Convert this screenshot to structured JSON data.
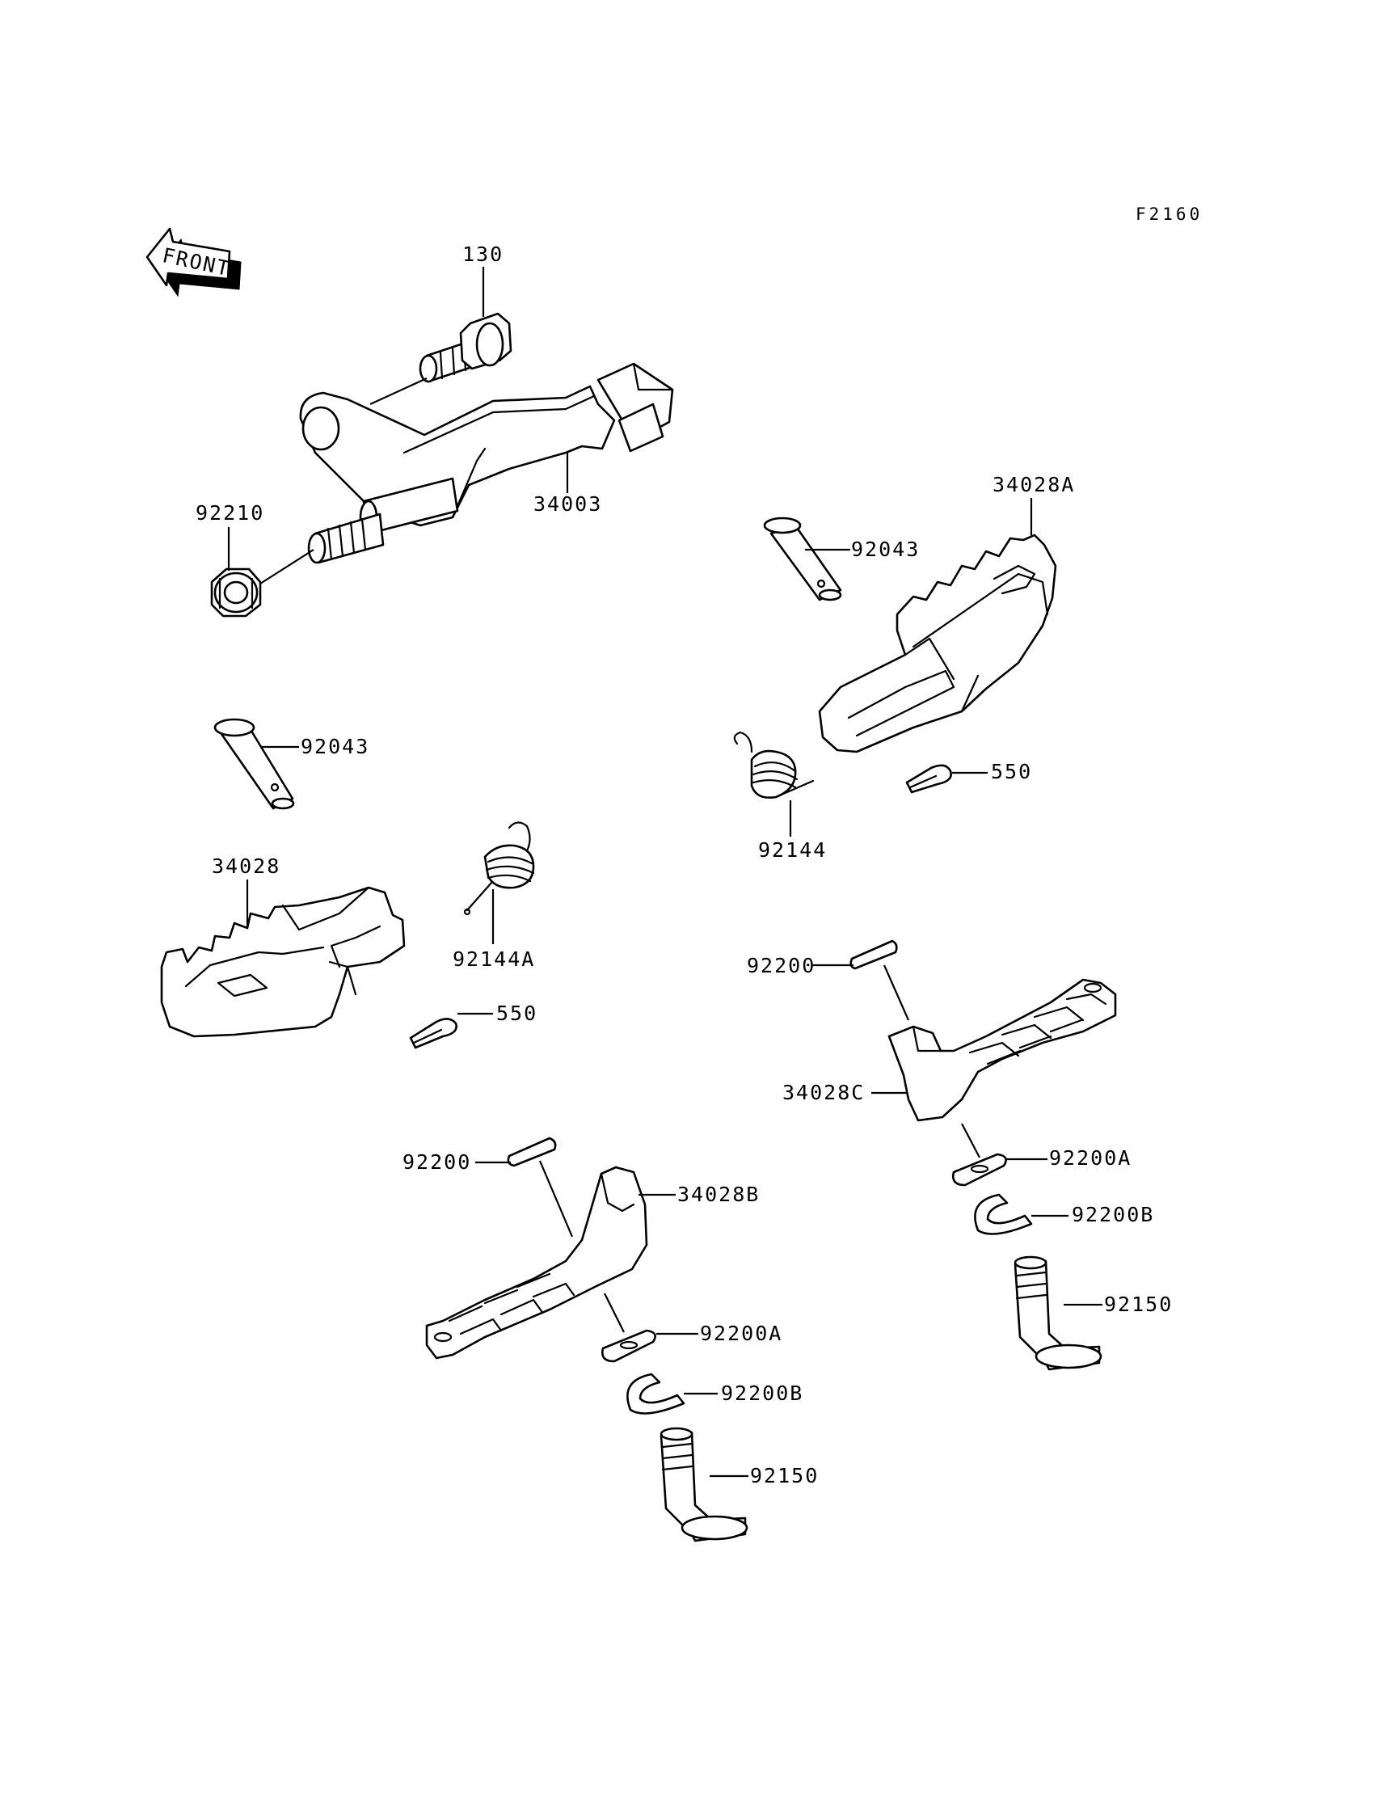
{
  "figure_code": "F2160",
  "front_label": "FRONT",
  "callouts": {
    "c130": "130",
    "c34003": "34003",
    "c92210": "92210",
    "c92043_top": "92043",
    "c34028A": "34028A",
    "c92043_left": "92043",
    "c550_right": "550",
    "c92144": "92144",
    "c34028": "34028",
    "c92144A": "92144A",
    "c550_left": "550",
    "c92200_right": "92200",
    "c34028C": "34028C",
    "c92200A_right": "92200A",
    "c92200B_right": "92200B",
    "c92150_right": "92150",
    "c92200_left": "92200",
    "c34028B": "34028B",
    "c92200A_left": "92200A",
    "c92200B_left": "92200B",
    "c92150_left": "92150"
  },
  "colors": {
    "ink": "#000000",
    "paper": "#ffffff"
  }
}
